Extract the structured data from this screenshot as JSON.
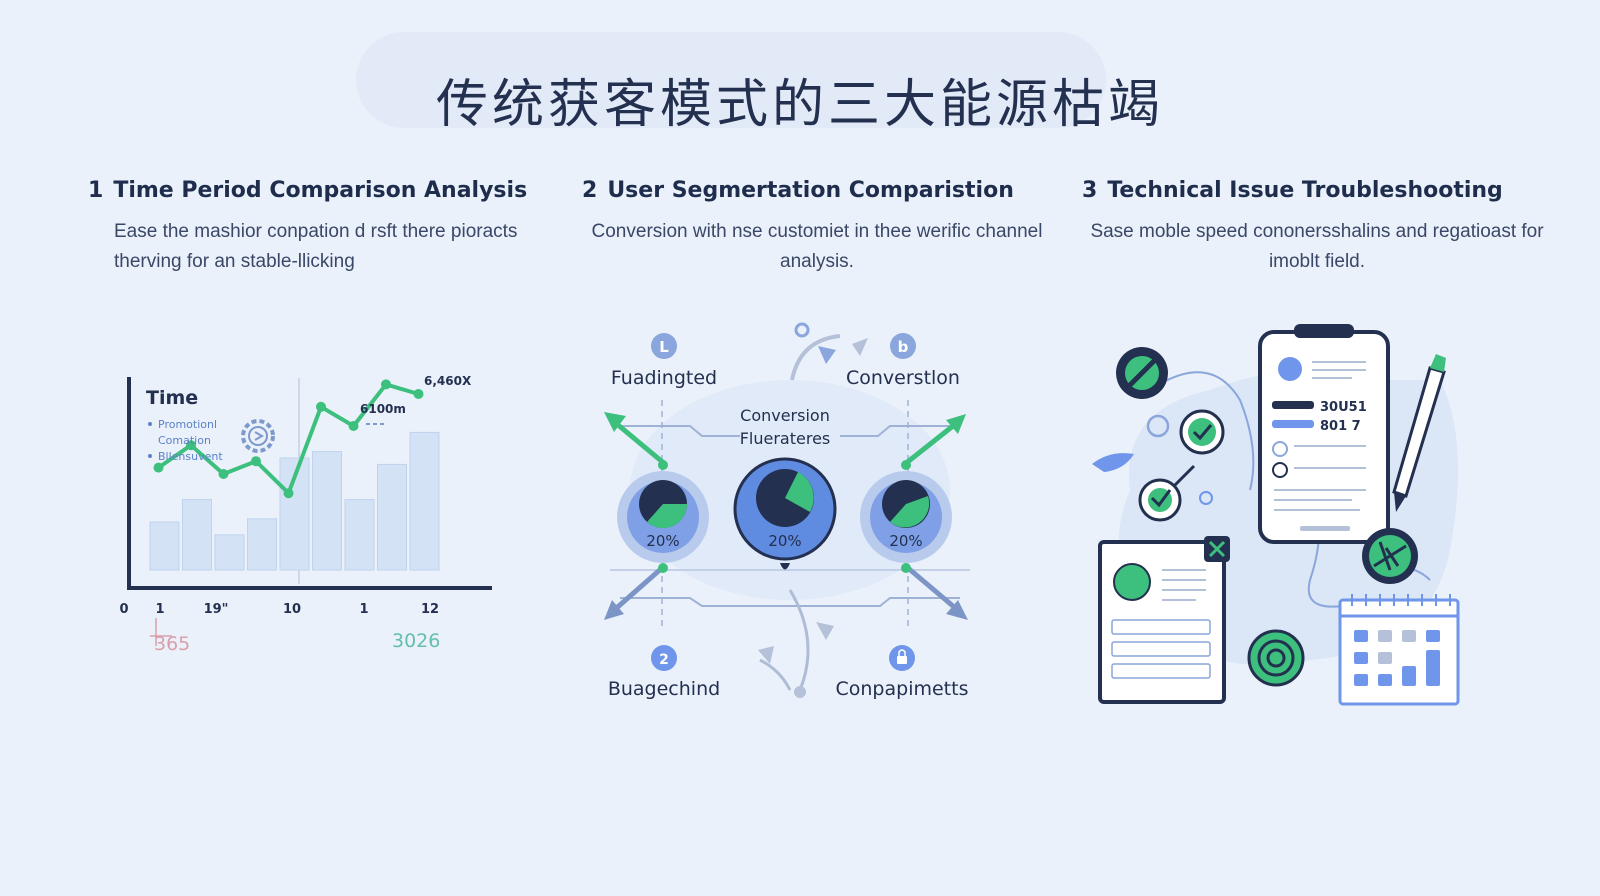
{
  "title": "传统获客模式的三大能源枯竭",
  "sections": [
    {
      "number": "1",
      "heading": "Time Period Comparison Analysis",
      "body": "Ease the mashior conpation d rsft there pioracts therving for an stable-llicking"
    },
    {
      "number": "2",
      "heading": "User Segmertation Comparistion",
      "body": "Conversion with nse customiet in thee werific channel analysis."
    },
    {
      "number": "3",
      "heading": "Technical Issue Troubleshooting",
      "body": "Sase moble speed cononersshalins and regatioast for imoblt field."
    }
  ],
  "chart_data": {
    "type": "bar",
    "title": "Time",
    "legend": [
      "Promotionl",
      "Comation",
      "Bllensuvent"
    ],
    "x_ticks": [
      "0",
      "1",
      "19\"",
      "10",
      "1",
      "12"
    ],
    "bottom_labels": [
      "365",
      "3026"
    ],
    "annotations": [
      "6,460X",
      "6100m"
    ],
    "bars": [
      15,
      22,
      11,
      16,
      35,
      37,
      22,
      33,
      43
    ],
    "line": [
      32,
      39,
      30,
      34,
      24,
      51,
      45,
      58,
      55
    ],
    "colors": {
      "bar": "#d4e2f6",
      "line": "#3dbf7e",
      "axis": "#23304f"
    }
  },
  "diagram2": {
    "center_label": "Conversion Fluerateres",
    "top_left": "Fuadingted",
    "top_right": "Converstlon",
    "bottom_left": "Buagechind",
    "bottom_right": "Conpapimetts",
    "pie_values": [
      "20%",
      "20%",
      "20%"
    ],
    "icons": [
      "L",
      "b",
      "2",
      "lock-icon"
    ],
    "colors": {
      "ring": "#7fa0e6",
      "accent": "#3dbf7e",
      "dark": "#23304f"
    }
  },
  "illustration3": {
    "phone_values": [
      "30U51",
      "801 7"
    ],
    "colors": {
      "dark": "#23304f",
      "accent": "#3dbf7e",
      "blue": "#6f96ea"
    }
  }
}
